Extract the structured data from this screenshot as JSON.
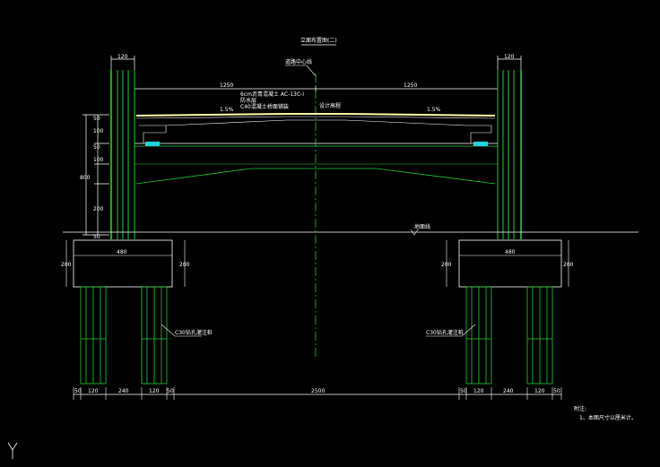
{
  "title": "立面布置图(二)",
  "centerline_label": "道路中心线",
  "span_left": "1250",
  "span_right": "1250",
  "pavement_notes": [
    "6cm沥青混凝土 AC-13C-I",
    "防水层",
    "C40混凝土桥面铺装"
  ],
  "design_elevation": "设计高程",
  "slope_left": "1.5%",
  "slope_right": "1.5%",
  "ground_label": "地面线",
  "column_width": "120",
  "cap_width": "480",
  "cap_height": "200",
  "pier_height": "800",
  "left_dims": [
    "50",
    "100",
    "50",
    "100",
    "200",
    "50"
  ],
  "pile_label": "C30钻孔灌注桩",
  "bottom_dims": [
    "50",
    "120",
    "240",
    "120",
    "50",
    "2500",
    "50",
    "120",
    "240",
    "120",
    "50"
  ],
  "notes": {
    "heading": "附注:",
    "items": [
      "1、本图尺寸以厘米计。"
    ]
  },
  "ucs_label": "Y",
  "colors": {
    "bg": "#000000",
    "structure": "#22cc33",
    "dim": "#ffffff",
    "deck": "#ffffaa",
    "bearing": "#22d3e0"
  }
}
